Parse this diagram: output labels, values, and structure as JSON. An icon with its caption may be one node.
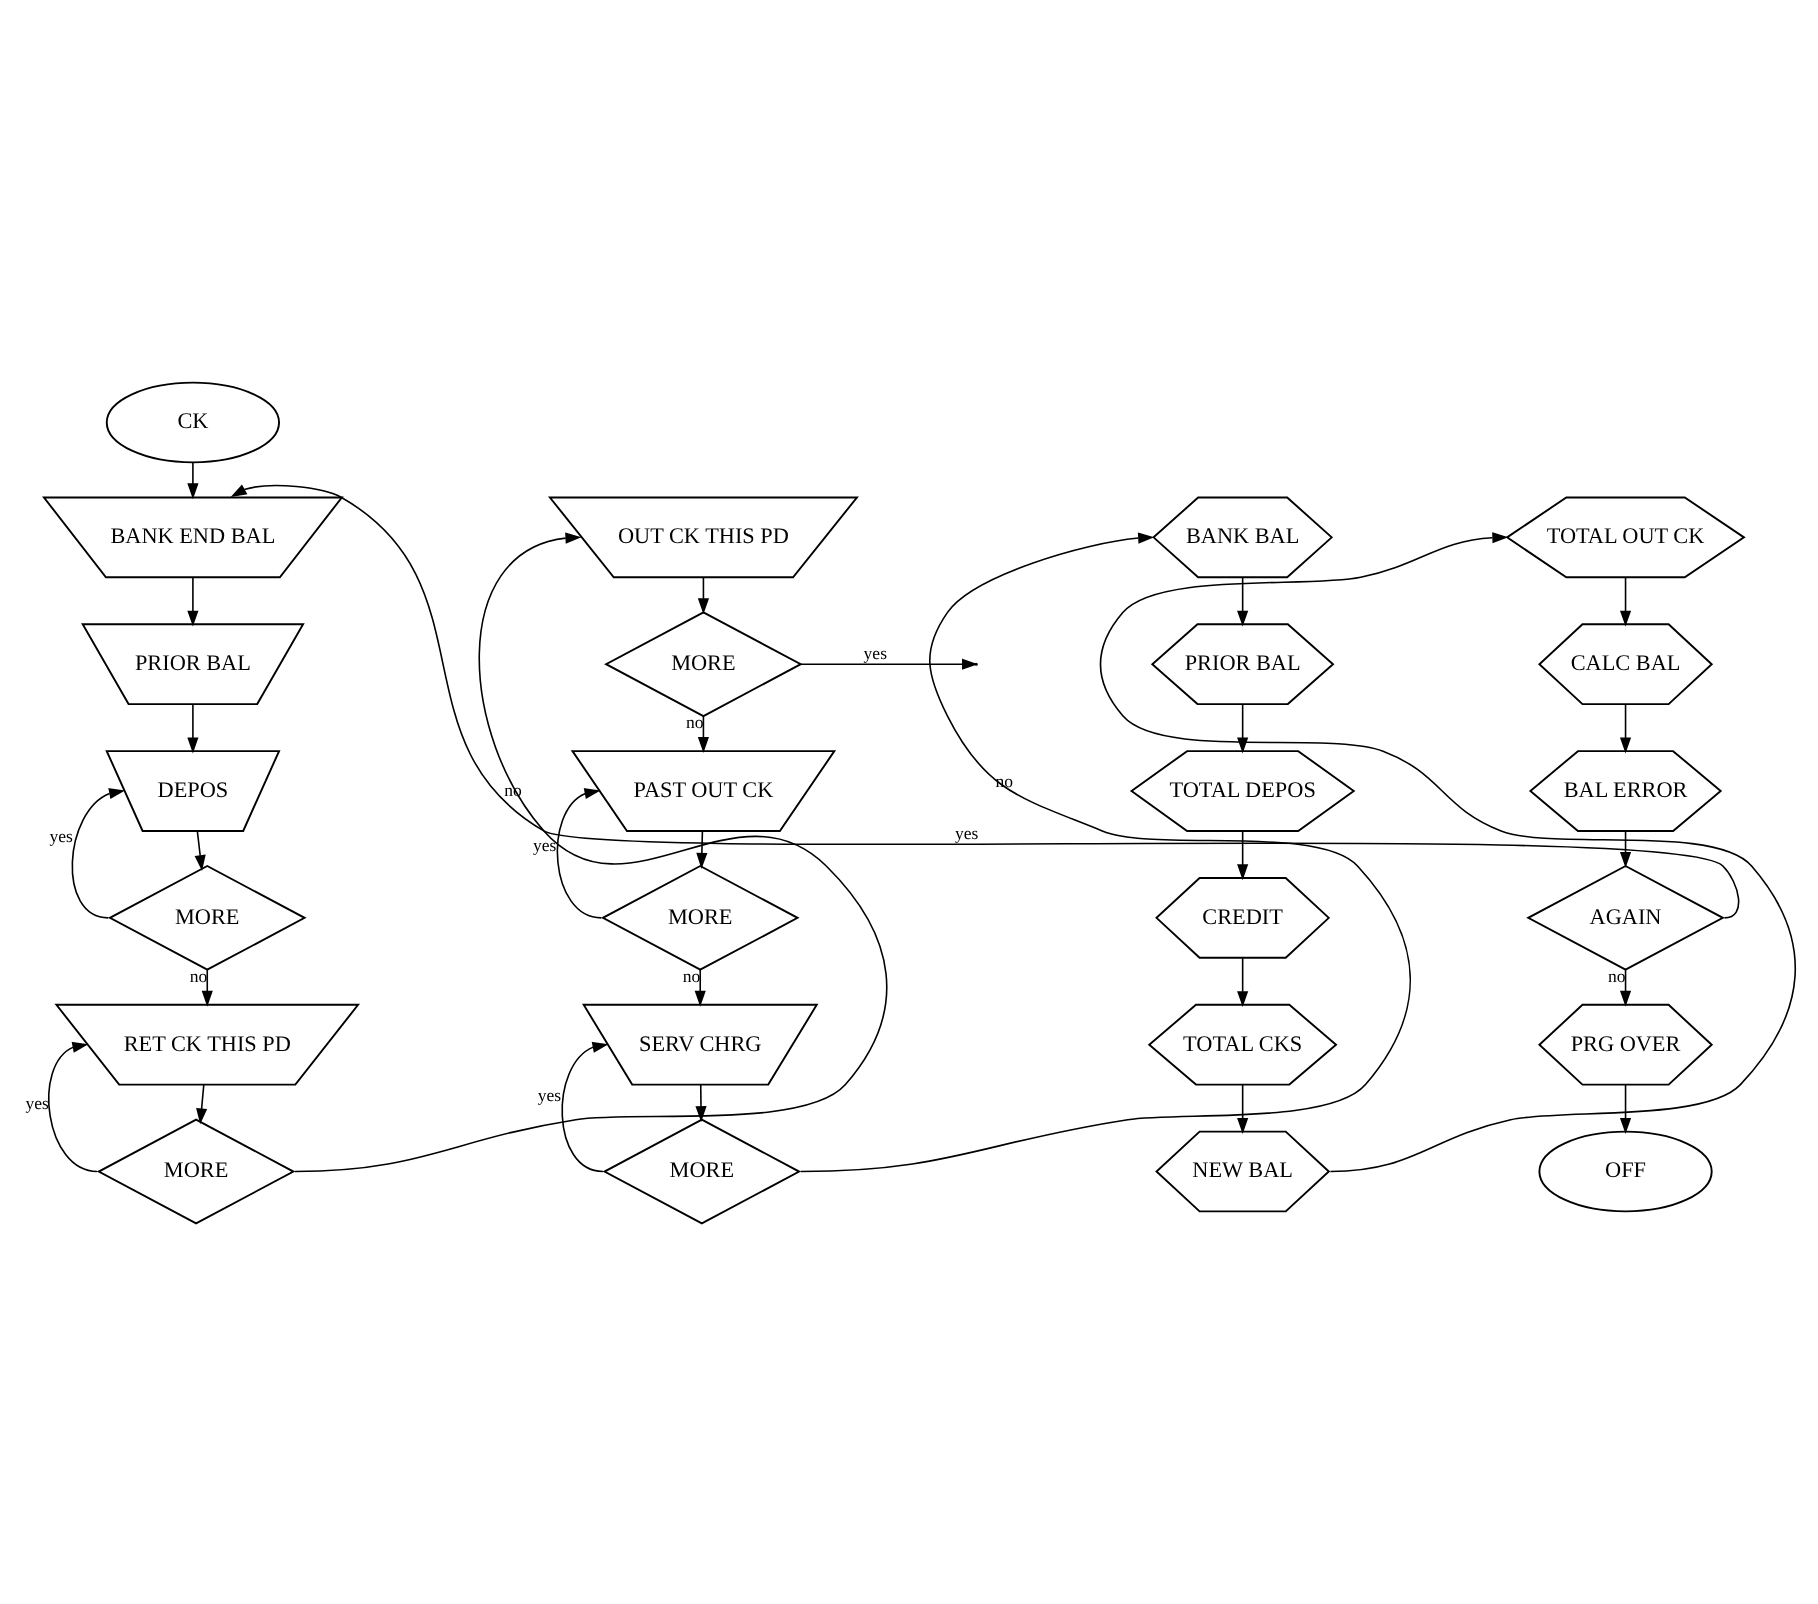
{
  "diagram": {
    "nodes": [
      {
        "text": [
          "CK"
        ]
      },
      {
        "text": [
          "BANK END BAL"
        ]
      },
      {
        "text": [
          "PRIOR BAL"
        ]
      },
      {
        "text": [
          "DEPOS"
        ]
      },
      {
        "text": [
          "MORE"
        ]
      },
      {
        "text": [
          "RET CK THIS PD"
        ]
      },
      {
        "text": [
          "MORE"
        ]
      },
      {
        "text": [
          "OUT CK THIS PD"
        ]
      },
      {
        "text": [
          "MORE"
        ]
      },
      {
        "text": [
          "PAST OUT CK"
        ]
      },
      {
        "text": [
          "MORE"
        ]
      },
      {
        "text": [
          "SERV CHRG"
        ]
      },
      {
        "text": [
          "MORE"
        ]
      },
      {
        "text": [
          "BANK BAL"
        ]
      },
      {
        "text": [
          "PRIOR BAL"
        ]
      },
      {
        "text": [
          "TOTAL DEPOS"
        ]
      },
      {
        "text": [
          "CREDIT"
        ]
      },
      {
        "text": [
          "TOTAL CKS"
        ]
      },
      {
        "text": [
          "NEW BAL"
        ]
      },
      {
        "text": [
          "TOTAL OUT CK"
        ]
      },
      {
        "text": [
          "CALC BAL"
        ]
      },
      {
        "text": [
          "BAL ERROR"
        ]
      },
      {
        "text": [
          "AGAIN"
        ]
      },
      {
        "text": [
          "PRG OVER"
        ]
      },
      {
        "text": [
          "OFF"
        ]
      }
    ],
    "edges": [
      {
        "from": 0,
        "to": 1,
        "arrow": "to"
      },
      {
        "from": 1,
        "to": 2,
        "arrow": "to"
      },
      {
        "from": 2,
        "to": 3,
        "arrow": "to"
      },
      {
        "from": 3,
        "to": 4,
        "arrow": "to"
      },
      {
        "from": 4,
        "to": 3,
        "arrow": "to",
        "label": "yes"
      },
      {
        "from": 4,
        "to": 5,
        "arrow": "to",
        "label": "no"
      },
      {
        "from": 5,
        "to": 6,
        "arrow": "to"
      },
      {
        "from": 6,
        "to": 5,
        "arrow": "to",
        "label": "yes"
      },
      {
        "from": 6,
        "to": 7,
        "arrow": "to",
        "label": "no"
      },
      {
        "from": 7,
        "to": 8,
        "arrow": "to"
      },
      {
        "from": 8,
        "to": null,
        "arrow": "to",
        "label": "yes"
      },
      {
        "from": 8,
        "to": 9,
        "arrow": "to",
        "label": "no"
      },
      {
        "from": 9,
        "to": 10,
        "arrow": "to"
      },
      {
        "from": 10,
        "to": 9,
        "arrow": "to",
        "label": "yes"
      },
      {
        "from": 10,
        "to": 11,
        "arrow": "to",
        "label": "no"
      },
      {
        "from": 11,
        "to": 12,
        "arrow": "to"
      },
      {
        "from": 12,
        "to": 11,
        "arrow": "to",
        "label": "yes"
      },
      {
        "from": 12,
        "to": 13,
        "arrow": "to",
        "label": "no"
      },
      {
        "from": 13,
        "to": 14,
        "arrow": "to"
      },
      {
        "from": 14,
        "to": 15,
        "arrow": "to"
      },
      {
        "from": 15,
        "to": 16,
        "arrow": "to"
      },
      {
        "from": 16,
        "to": 17,
        "arrow": "to"
      },
      {
        "from": 17,
        "to": 18,
        "arrow": "to"
      },
      {
        "from": 18,
        "to": 19,
        "arrow": "to"
      },
      {
        "from": 19,
        "to": 20,
        "arrow": "to"
      },
      {
        "from": 20,
        "to": 21,
        "arrow": "to"
      },
      {
        "from": 21,
        "to": 22,
        "arrow": "to"
      },
      {
        "from": 22,
        "to": 1,
        "arrow": "to",
        "label": "yes"
      },
      {
        "from": 22,
        "to": 23,
        "arrow": "to",
        "label": "no"
      },
      {
        "from": 23,
        "to": 24,
        "arrow": "to"
      }
    ]
  }
}
